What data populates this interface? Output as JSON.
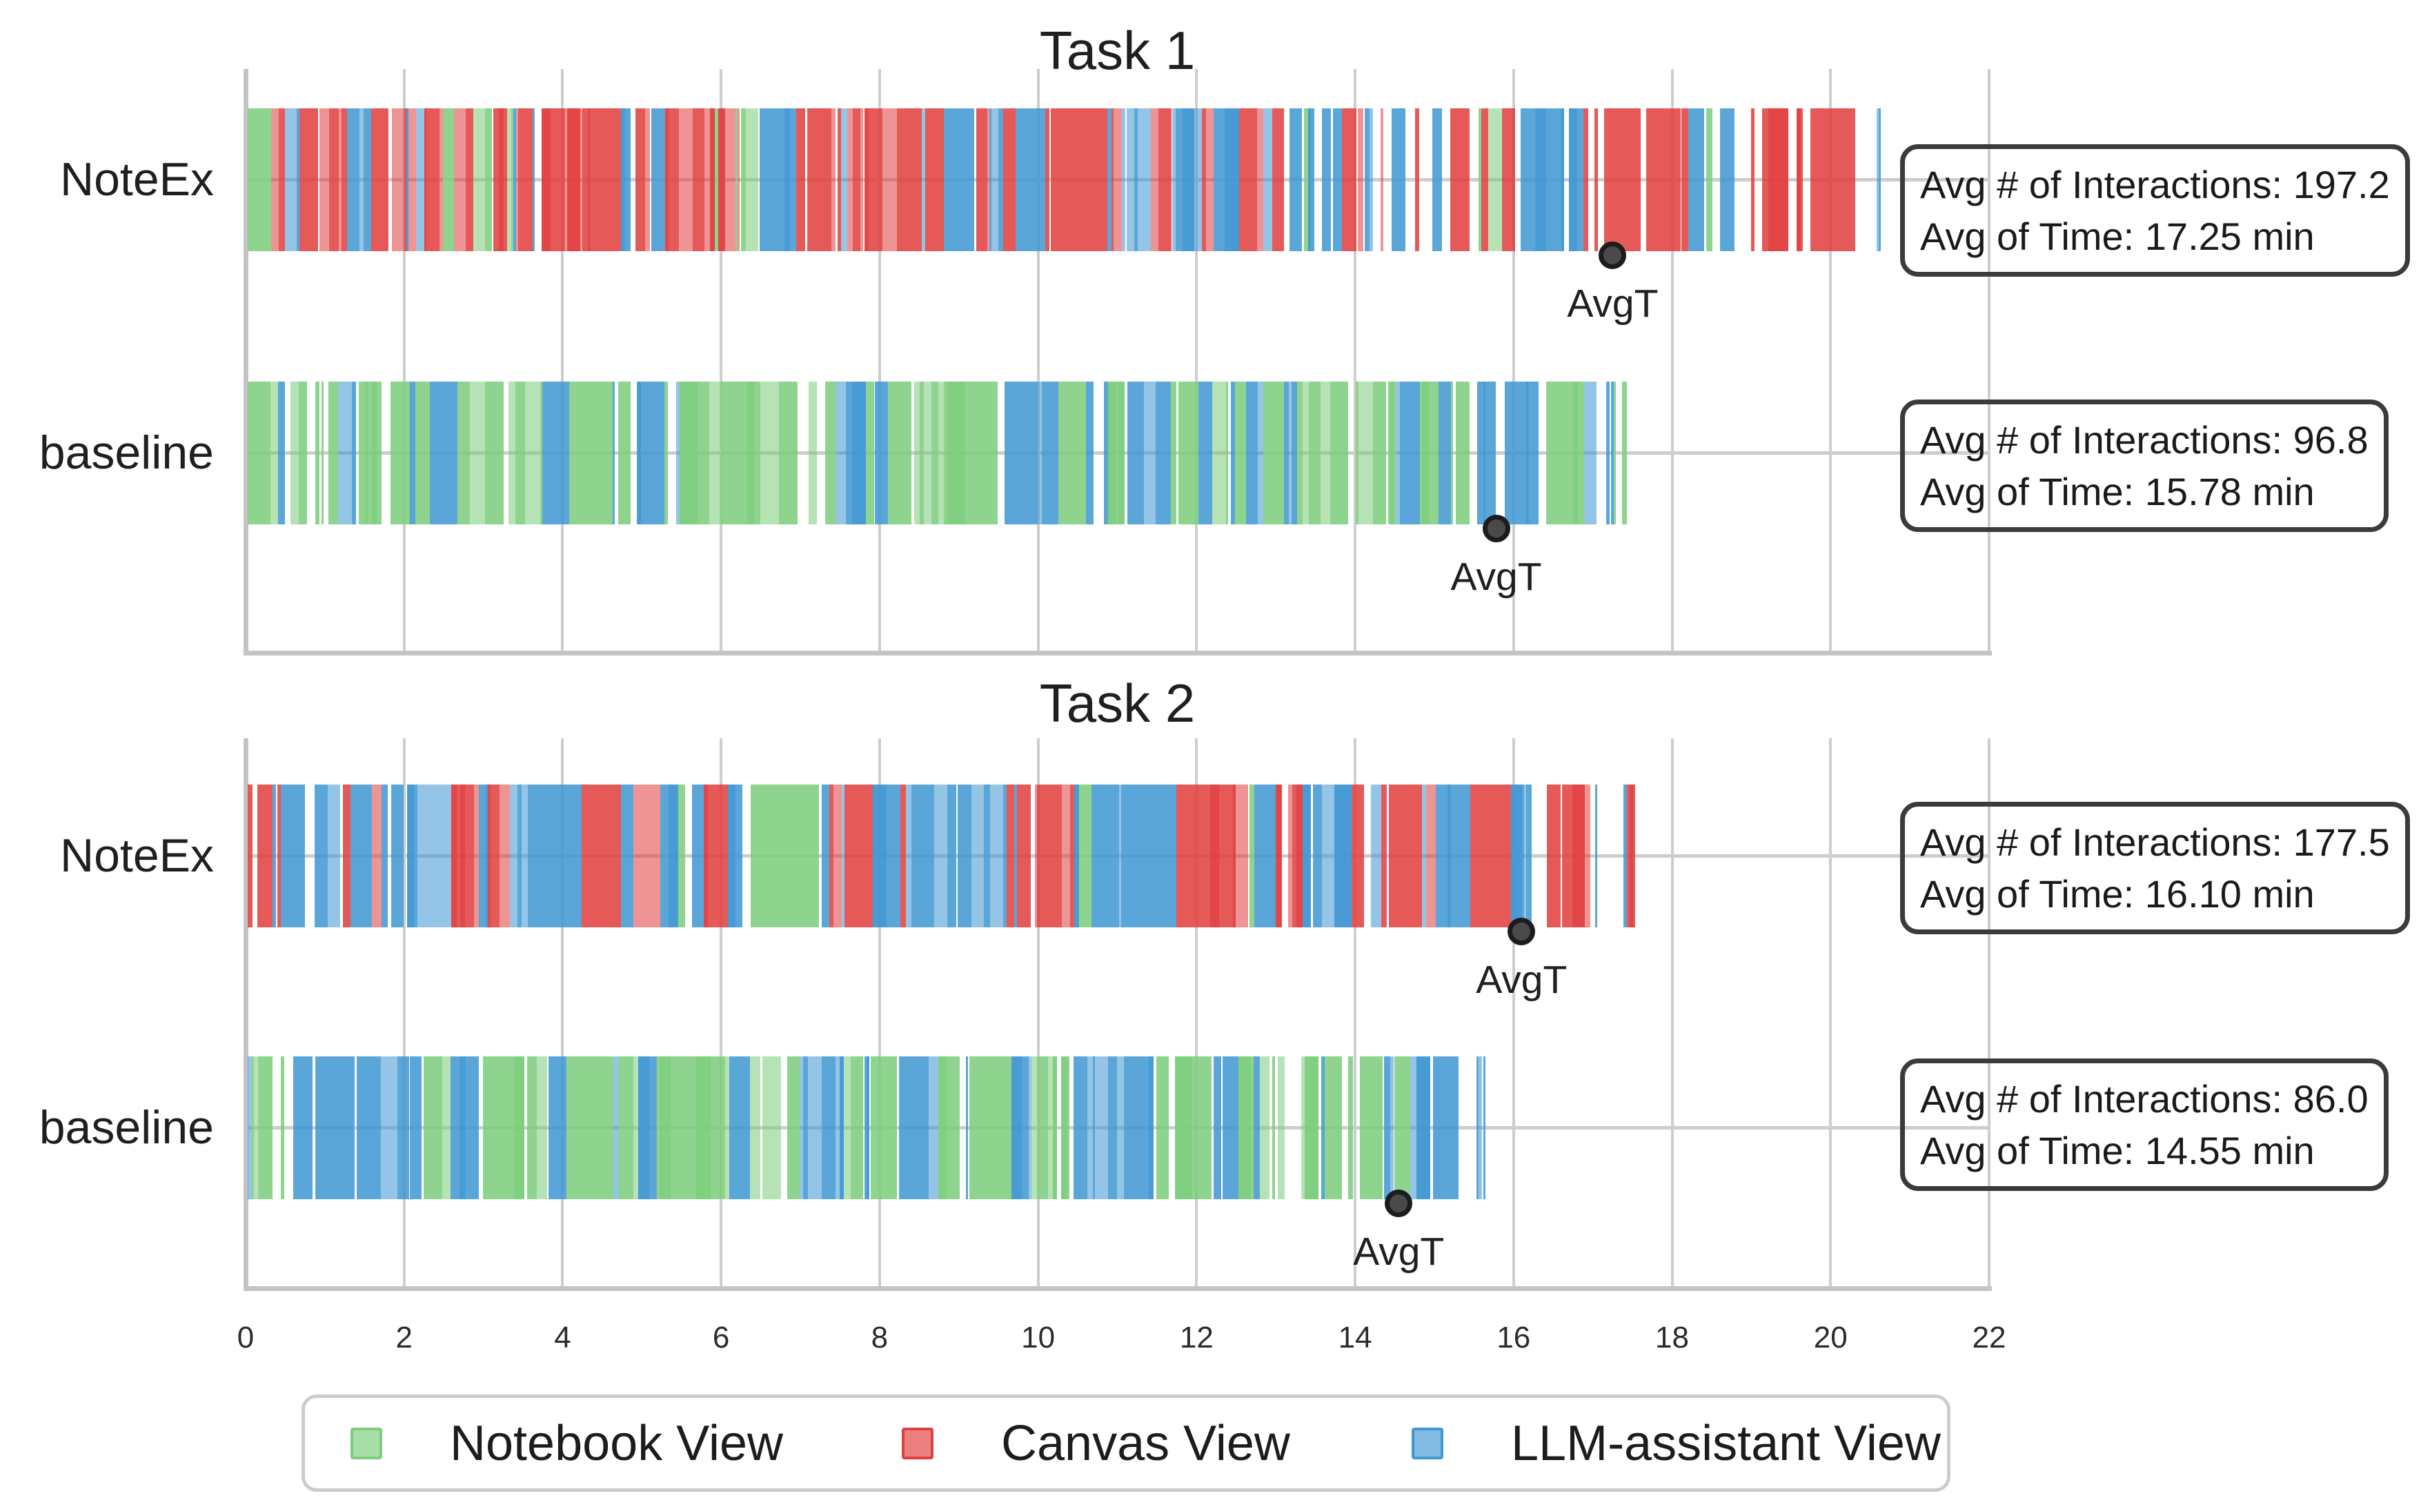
{
  "figure": {
    "background": "#ffffff",
    "grid_color": "#cdcdcd",
    "spine_color": "#c4c4c4",
    "text_color": "#262626",
    "marker_label": "AvgT",
    "marker_color": "#4a4a4a",
    "xticks": [
      "0",
      "2",
      "4",
      "6",
      "8",
      "10",
      "12",
      "14",
      "16",
      "18",
      "20",
      "22"
    ],
    "colors": {
      "green": "#7ACC7A",
      "red": "#E03C3C",
      "blue": "#3E96D2"
    },
    "legend": {
      "items": [
        {
          "label": "Notebook View",
          "color_key": "green"
        },
        {
          "label": "Canvas View",
          "color_key": "red"
        },
        {
          "label": "LLM-assistant View",
          "color_key": "blue"
        }
      ]
    }
  },
  "chart_data": [
    {
      "type": "timeline",
      "title": "Task 1",
      "xlabel_unit": "min",
      "xlim": [
        0,
        22
      ],
      "grid": true,
      "rows": [
        {
          "label": "NoteEx",
          "avg_interactions": 197.2,
          "avg_time_min": 17.25,
          "duration_min": 20.6,
          "annotation_line1": "Avg # of Interactions: 197.2",
          "annotation_line2": "Avg of Time: 17.25 min",
          "mix": {
            "green": 0.07,
            "red": 0.58,
            "blue": 0.35
          },
          "start_color": "green",
          "start_width": 0.3,
          "sparse_until": 0,
          "dense_until": 13.0,
          "gap_dense": 0.07,
          "gap_sparse": 0.38,
          "seed": 11
        },
        {
          "label": "baseline",
          "avg_interactions": 96.8,
          "avg_time_min": 15.78,
          "duration_min": 17.4,
          "annotation_line1": "Avg # of Interactions: 96.8",
          "annotation_line2": "Avg of Time: 15.78 min",
          "mix": {
            "green": 0.62,
            "red": 0.0,
            "blue": 0.38
          },
          "start_color": "green",
          "start_width": 0.25,
          "sparse_until": 0,
          "dense_until": 15.2,
          "gap_dense": 0.13,
          "gap_sparse": 0.5,
          "seed": 22
        }
      ]
    },
    {
      "type": "timeline",
      "title": "Task 2",
      "xlabel_unit": "min",
      "xlim": [
        0,
        22
      ],
      "grid": true,
      "rows": [
        {
          "label": "NoteEx",
          "avg_interactions": 177.5,
          "avg_time_min": 16.1,
          "duration_min": 17.5,
          "annotation_line1": "Avg # of Interactions: 177.5",
          "annotation_line2": "Avg of Time: 16.10 min",
          "mix": {
            "green": 0.07,
            "red": 0.44,
            "blue": 0.49
          },
          "start_color": "red",
          "start_width": 0.06,
          "sparse_until": 1.0,
          "dense_until": 15.9,
          "gap_dense": 0.08,
          "gap_sparse": 0.55,
          "seed": 33
        },
        {
          "label": "baseline",
          "avg_interactions": 86.0,
          "avg_time_min": 14.55,
          "duration_min": 15.6,
          "annotation_line1": "Avg # of Interactions: 86.0",
          "annotation_line2": "Avg of Time: 14.55 min",
          "mix": {
            "green": 0.52,
            "red": 0.0,
            "blue": 0.48
          },
          "start_color": "blue",
          "start_width": 0.05,
          "sparse_until": 0.55,
          "dense_until": 12.8,
          "gap_dense": 0.11,
          "gap_sparse": 0.45,
          "seed": 44
        }
      ]
    }
  ]
}
